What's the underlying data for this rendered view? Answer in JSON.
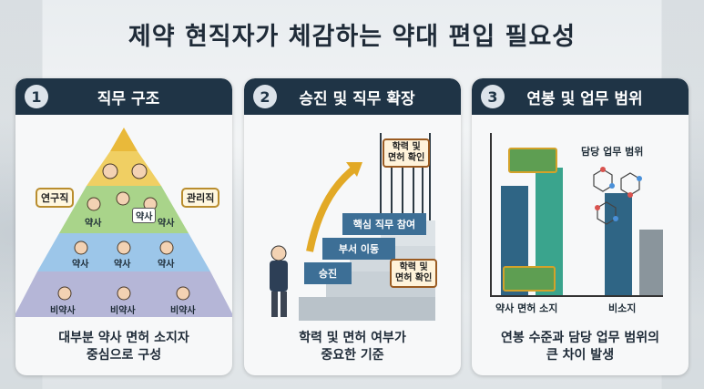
{
  "title": "제약 현직자가 체감하는 약대 편입 필요성",
  "panels": [
    {
      "number": "1",
      "title": "직무 구조",
      "tags": [
        "연구직",
        "관리직"
      ],
      "levels": [
        "약사",
        "약사",
        "약사",
        "약사",
        "약사",
        "약사",
        "비약사",
        "비약사",
        "비약사"
      ],
      "caption": [
        "대부분 약사 면허 소지자",
        "중심으로 구성"
      ]
    },
    {
      "number": "2",
      "title": "승진 및 직무 확장",
      "steps": [
        "승진",
        "부서 이동",
        "핵심 직무 참여"
      ],
      "sign_top": [
        "학력 및",
        "면허 확인"
      ],
      "sign_bottom": [
        "학력 및",
        "면허 확인"
      ],
      "caption": [
        "학력 및 면허 여부가",
        "중요한 기준"
      ]
    },
    {
      "number": "3",
      "title": "연봉 및 업무 범위",
      "legend_label": "담당 업무 범위",
      "group_labels": [
        "약사 면허 소지",
        "비소지"
      ],
      "caption": [
        "연봉 수준과 담당 업무 범위의",
        "큰 차이 발생"
      ]
    }
  ],
  "colors": {
    "header": "#1f3446",
    "gold": "#b98d2e",
    "bar_dark": "#2f6585",
    "bar_teal": "#3aa48d",
    "bar_gray": "#8a959c"
  }
}
